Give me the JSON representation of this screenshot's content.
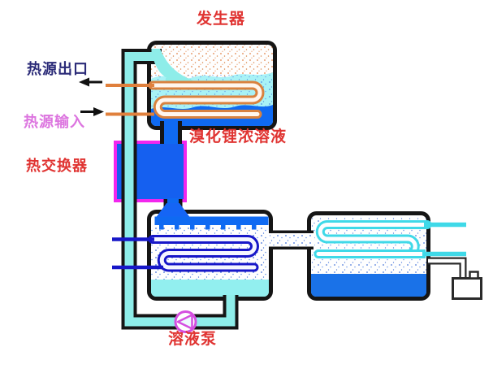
{
  "labels": {
    "generator": "发生器",
    "heat_source_outlet": "热源出口",
    "heat_source_input": "热源输入",
    "heat_exchanger": "热交换器",
    "libr_concentrated_solution": "溴化锂浓溶液",
    "solution_pump": "溶液泵"
  },
  "colors": {
    "label_red": "#E03432",
    "outlet_label_navy": "#2B2B78",
    "input_label_orchid": "#DC74DF",
    "outline_black": "#151515",
    "solution_pipe_cyan": "#8EEDE9",
    "generator_boiling_cyan": "#A8F2F6",
    "liquid_blue": "#0F6AF2",
    "absorber_liquid_cyan": "#92EFEF",
    "evaporator_liquid_blue": "#1A72E8",
    "exchanger_blue": "#1560F0",
    "exchanger_border_magenta": "#F226EE",
    "heat_source_orange": "#D9823F",
    "cooling_coil_navy": "#1717C8",
    "chilled_coil_cyan": "#3FD9E8",
    "pump_magenta": "#D44FE0"
  }
}
